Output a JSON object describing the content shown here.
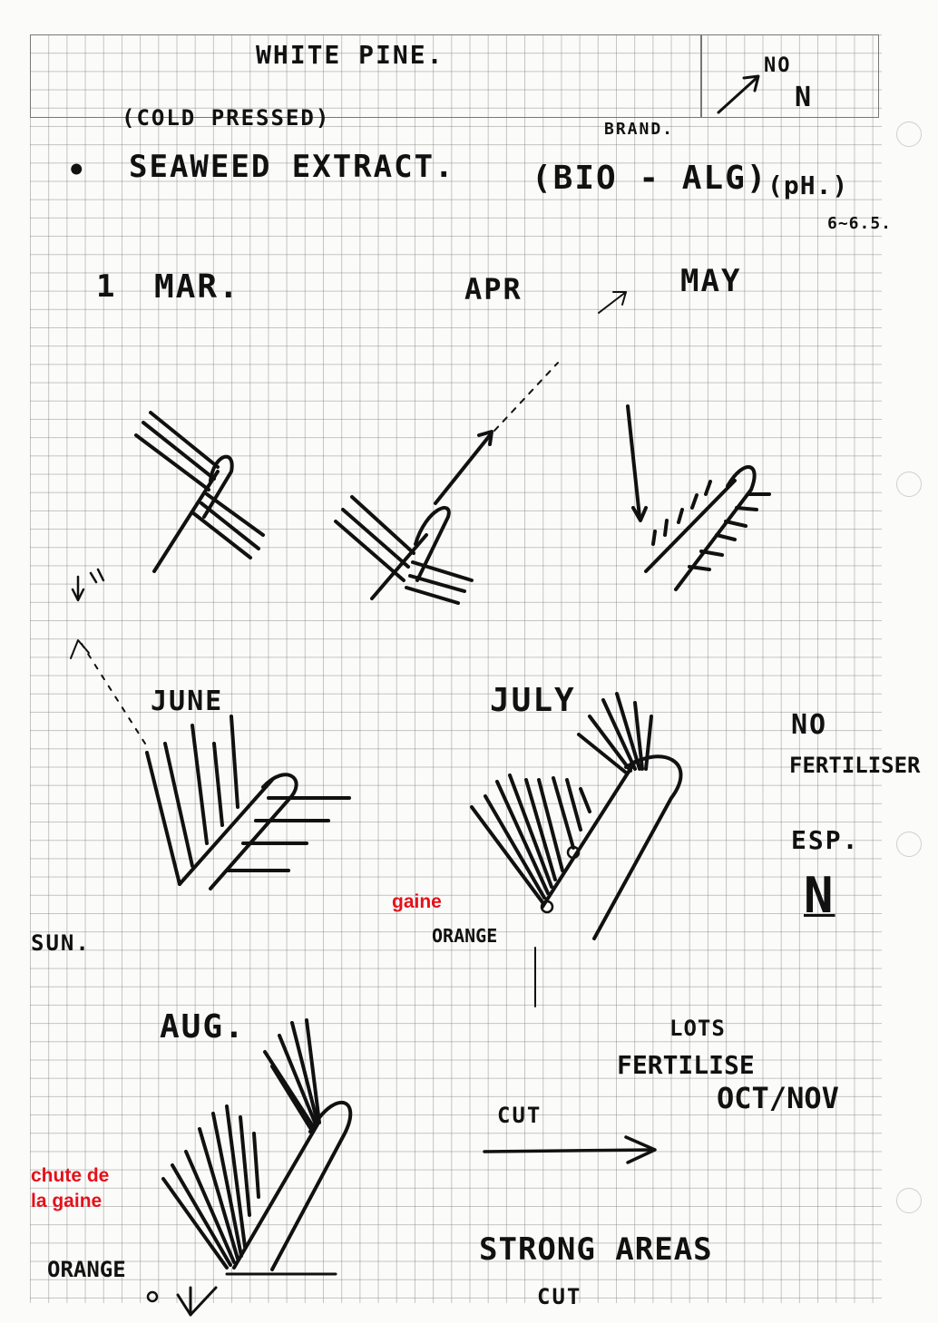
{
  "title": "WHITE PINE.",
  "header_note": {
    "arrow_text": "NO",
    "letter": "N"
  },
  "subtitle": "(COLD PRESSED)",
  "bullet": "•",
  "product": "SEAWEED EXTRACT.",
  "brand_label": "BRAND.",
  "brand": "(BIO - ALG)",
  "ph_label": "(pH.)",
  "ph_value": "6~6.5.",
  "months": {
    "row1_index": "1",
    "mar": "MAR.",
    "apr": "APR",
    "may": "MAY",
    "june": "JUNE",
    "july": "JULY",
    "aug": "AUG."
  },
  "side_notes": {
    "no": "NO",
    "fertiliser": "FERTILISER",
    "esp": "ESP.",
    "n": "N",
    "sun": "SUN."
  },
  "orange_label": "ORANGE",
  "red_labels": {
    "gaine": "gaine",
    "chute_line1": "chute de",
    "chute_line2": "la gaine"
  },
  "fertilise_note": {
    "lots": "LOTS",
    "fertilise": "FERTILISE",
    "when": "OCT/NOV"
  },
  "cut_label": "CUT",
  "strong_areas": "STRONG AREAS",
  "cut_bottom": "CUT",
  "colors": {
    "ink": "#111111",
    "annotation_red": "#e4111a",
    "grid": "#8a8a8a"
  }
}
